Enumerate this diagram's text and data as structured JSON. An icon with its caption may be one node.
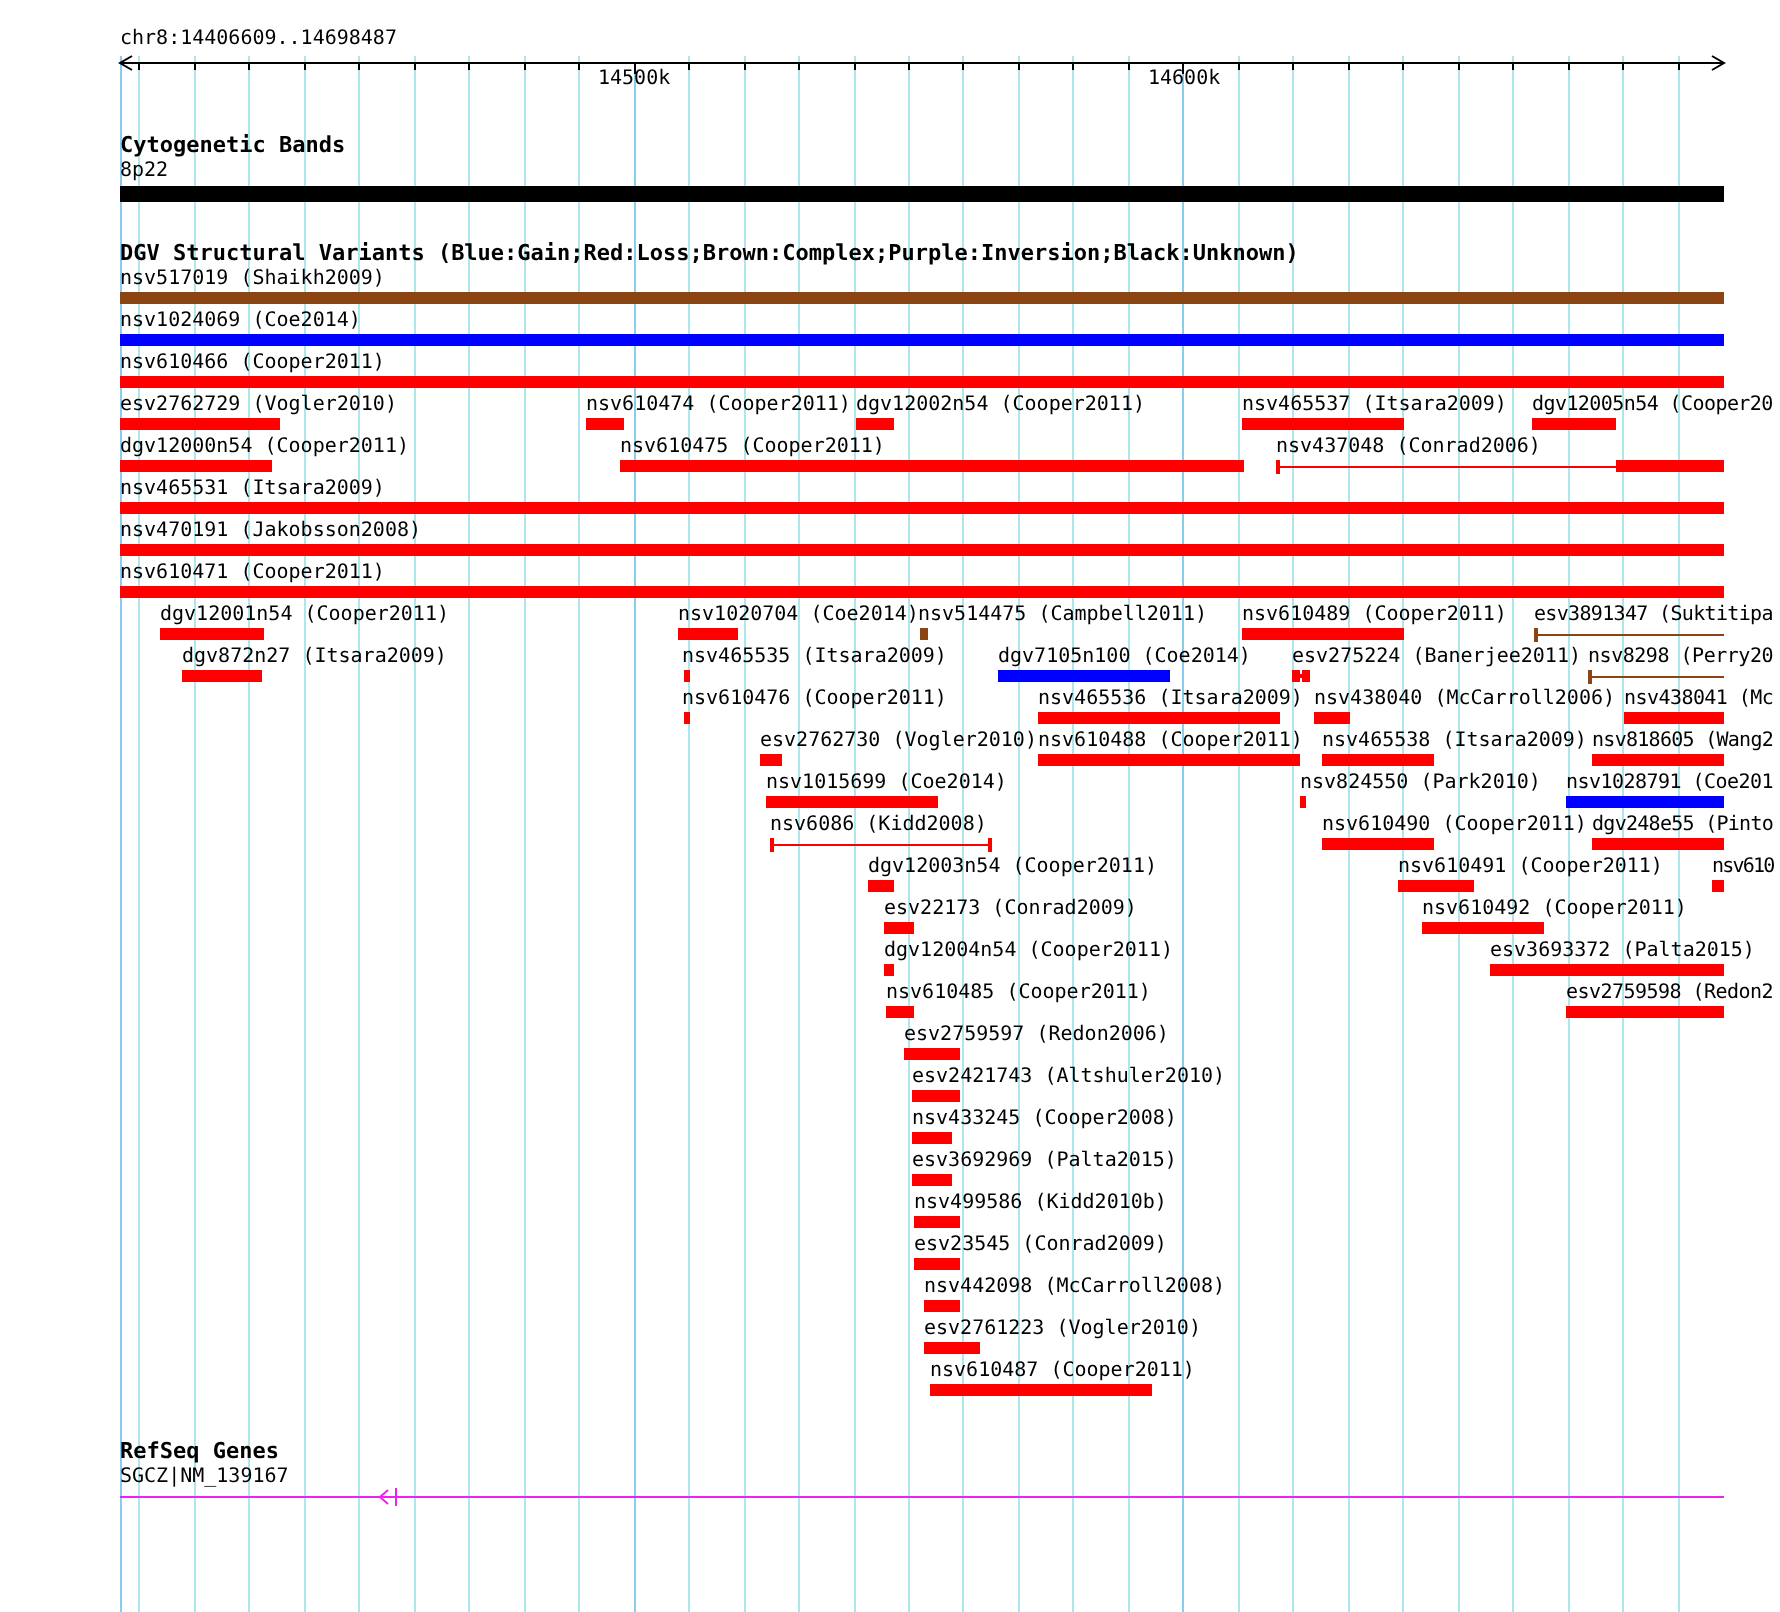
{
  "diagram": {
    "labels": [
      "chr8:14406609..14698487",
      "14500k",
      "14600k",
      "Cytogenetic Bands",
      "8p22",
      "DGV Structural Variants (Blue:Gain;Red:Loss;Brown:Complex;Purple:Inversion;Black:Unknown)",
      "nsv517019 (Shaikh2009)",
      "nsv1024069 (Coe2014)",
      "nsv610466 (Cooper2011)",
      "esv2762729 (Vogler2010)",
      "nsv610474 (Cooper2011)",
      "dgv12002n54 (Cooper2011)",
      "nsv465537 (Itsara2009)",
      "dgv12005n54 (Cooper20",
      "dgv12000n54 (Cooper2011)",
      "nsv610475 (Cooper2011)",
      "nsv437048 (Conrad2006)",
      "nsv465531 (Itsara2009)",
      "nsv470191 (Jakobsson2008)",
      "nsv610471 (Cooper2011)",
      "dgv12001n54 (Cooper2011)",
      "nsv1020704 (Coe2014)",
      "nsv514475 (Campbell2011)",
      "nsv610489 (Cooper2011)",
      "esv3891347 (Suktitipa",
      "dgv872n27 (Itsara2009)",
      "nsv465535 (Itsara2009)",
      "dgv7105n100 (Coe2014)",
      "esv275224 (Banerjee2011)",
      "nsv8298 (Perry20",
      "nsv610476 (Cooper2011)",
      "nsv465536 (Itsara2009)",
      "nsv438040 (McCarroll2006)",
      "nsv438041 (Mc",
      "esv2762730 (Vogler2010)",
      "nsv610488 (Cooper2011)",
      "nsv465538 (Itsara2009)",
      "nsv818605 (Wang2",
      "nsv1015699 (Coe2014)",
      "nsv824550 (Park2010)",
      "nsv1028791 (Coe201",
      "nsv6086 (Kidd2008)",
      "nsv610490 (Cooper2011)",
      "dgv248e55 (Pinto",
      "dgv12003n54 (Cooper2011)",
      "nsv610491 (Cooper2011)",
      "nsv610",
      "esv22173 (Conrad2009)",
      "nsv610492 (Cooper2011)",
      "dgv12004n54 (Cooper2011)",
      "esv3693372 (Palta2015)",
      "nsv610485 (Cooper2011)",
      "esv2759598 (Redon2",
      "esv2759597 (Redon2006)",
      "esv2421743 (Altshuler2010)",
      "nsv433245 (Cooper2008)",
      "esv3692969 (Palta2015)",
      "nsv499586 (Kidd2010b)",
      "esv23545 (Conrad2009)",
      "nsv442098 (McCarroll2008)",
      "esv2761223 (Vogler2010)",
      "nsv610487 (Cooper2011)",
      "RefSeq Genes",
      "SGCZ|NM_139167"
    ]
  }
}
